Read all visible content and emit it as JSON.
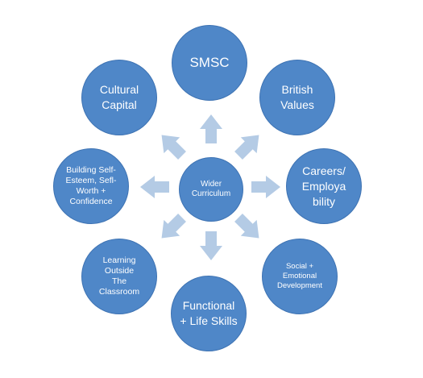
{
  "center": {
    "label": "Wider\nCurriculum"
  },
  "nodes": {
    "smsc": "SMSC",
    "british": "British\nValues",
    "careers": "Careers/\nEmploya\nbility",
    "social": "Social +\nEmotional\nDevelopment",
    "functional": "Functional\n+ Life Skills",
    "learning": "Learning\nOutside\nThe\nClassroom",
    "building": "Building Self-\nEsteem, Sefl-\nWorth +\nConfidence",
    "cultural": "Cultural\nCapital"
  },
  "colors": {
    "node_fill": "#4f87c8",
    "node_border": "#3e73b3",
    "arrow_fill": "#b4cbe5"
  }
}
